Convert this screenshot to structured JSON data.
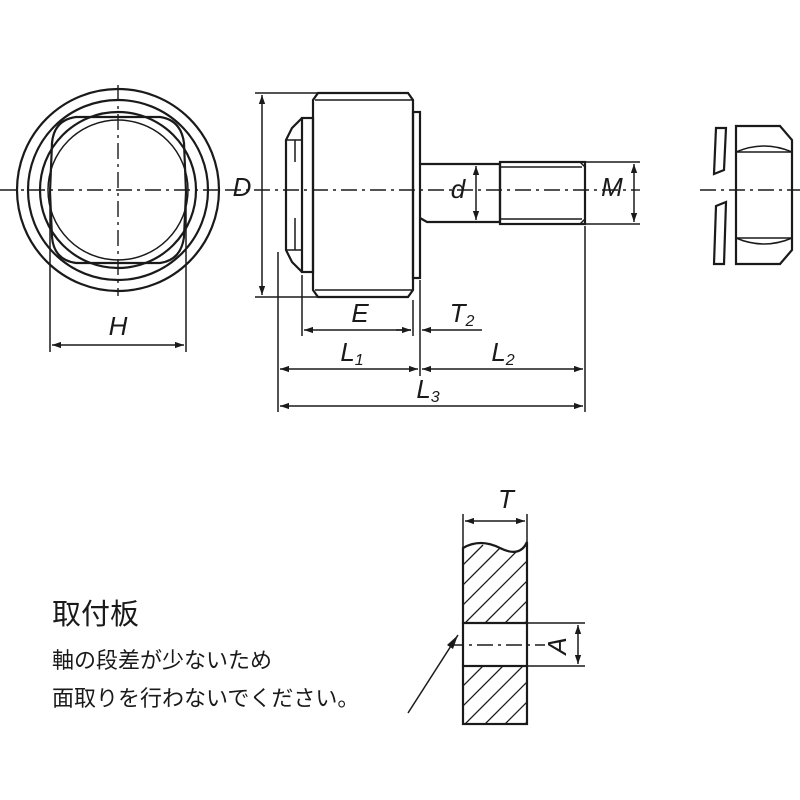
{
  "dimensions": {
    "H": "H",
    "D": "D",
    "d": "d",
    "M": "M",
    "E": "E",
    "T2": {
      "main": "T",
      "sub": "2"
    },
    "L1": {
      "main": "L",
      "sub": "1"
    },
    "L2": {
      "main": "L",
      "sub": "2"
    },
    "L3": {
      "main": "L",
      "sub": "3"
    },
    "T": "T",
    "A": "A"
  },
  "note": {
    "title": "取付板",
    "line1": "軸の段差が少ないため",
    "line2": "面取りを行わないでください。"
  }
}
